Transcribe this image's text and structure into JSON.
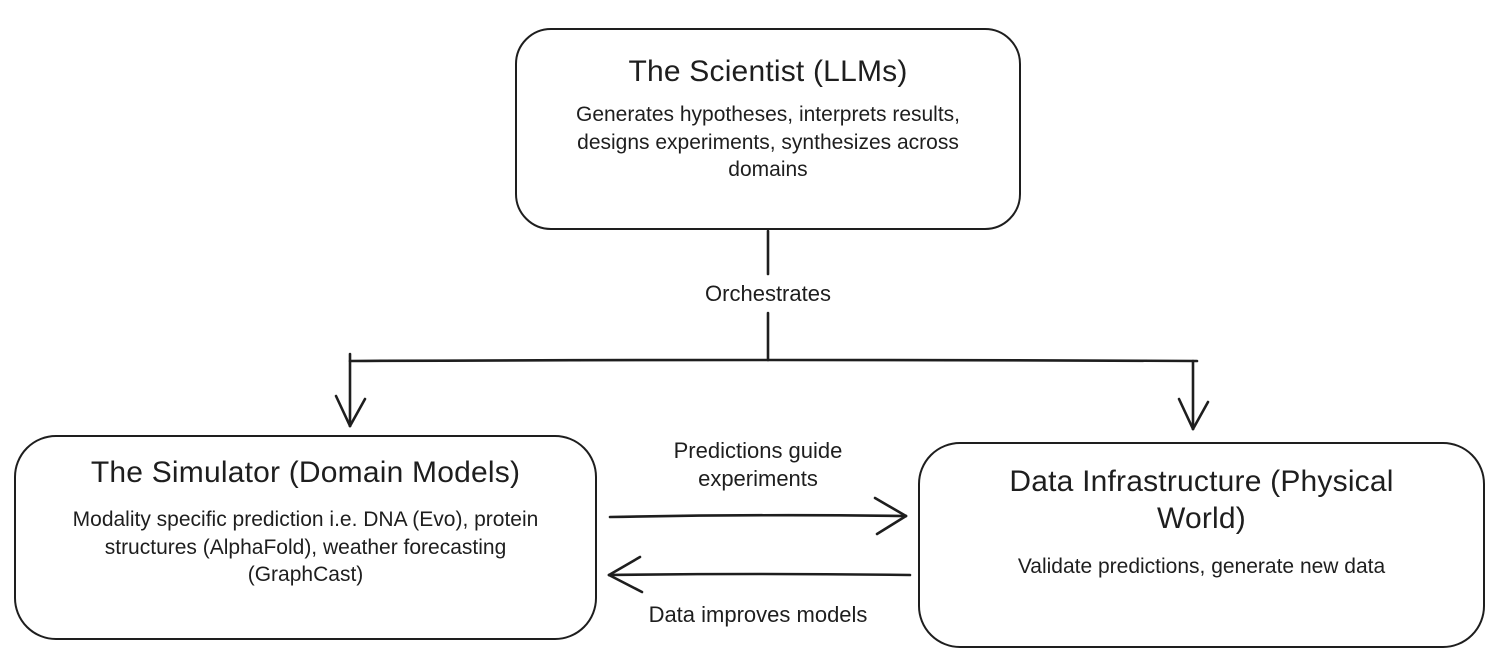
{
  "colors": {
    "stroke": "#1e1e1e",
    "canvas_background": "#ffffff"
  },
  "nodes": {
    "scientist": {
      "title": "The Scientist (LLMs)",
      "body": "Generates hypotheses, interprets results, designs experiments, synthesizes across domains"
    },
    "simulator": {
      "title": "The Simulator (Domain Models)",
      "body": "Modality specific prediction i.e. DNA (Evo), protein structures (AlphaFold), weather forecasting (GraphCast)"
    },
    "data_infrastructure": {
      "title": "Data Infrastructure (Physical World)",
      "body": "Validate predictions, generate new data"
    }
  },
  "edges": {
    "orchestrates": {
      "label": "Orchestrates",
      "from": "The Scientist (LLMs)",
      "to": "The Simulator (Domain Models); Data Infrastructure (Physical World)"
    },
    "predictions_guide": {
      "label": "Predictions guide experiments",
      "from": "The Simulator (Domain Models)",
      "to": "Data Infrastructure (Physical World)"
    },
    "data_improves": {
      "label": "Data improves models",
      "from": "Data Infrastructure (Physical World)",
      "to": "The Simulator (Domain Models)"
    }
  }
}
